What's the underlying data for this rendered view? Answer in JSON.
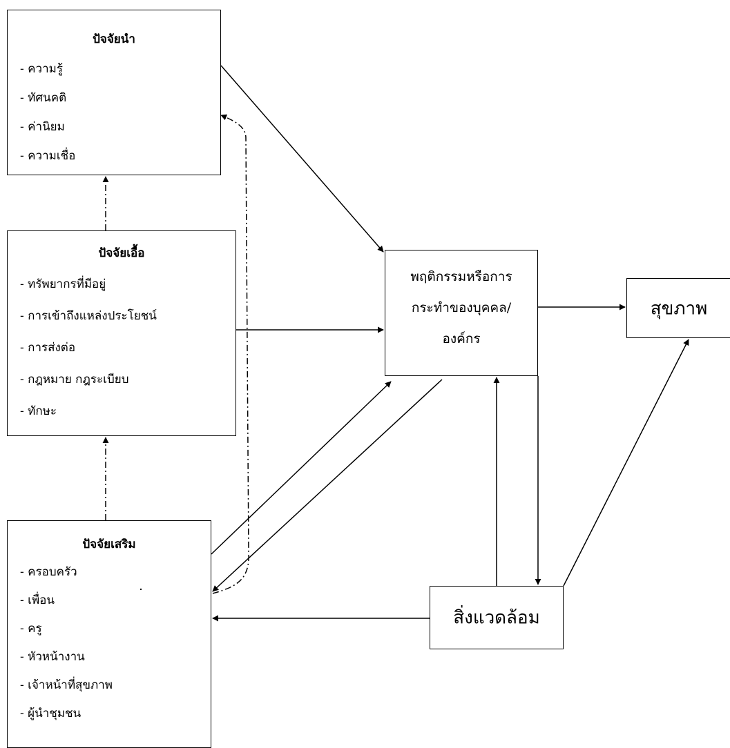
{
  "predisposing": {
    "title": "ปัจจัยนำ",
    "items": [
      "- ความรู้",
      "- ทัศนคติ",
      "- ค่านิยม",
      "-  ความเชื่อ"
    ]
  },
  "enabling": {
    "title": "ปัจจัยเอื้อ",
    "items": [
      "- ทรัพยากรที่มีอยู่",
      "- การเข้าถึงแหล่งประโยชน์",
      "- การส่งต่อ",
      "- กฎหมาย  กฎระเบียบ",
      "- ทักษะ"
    ]
  },
  "reinforcing": {
    "title": "ปัจจัยเสริม",
    "items": [
      "- ครอบครัว",
      "- เพื่อน",
      "- ครู",
      "- หัวหน้างาน",
      "- เจ้าหน้าที่สุขภาพ",
      "- ผู้นำชุมชน"
    ]
  },
  "behavior": {
    "lines": [
      "พฤติกรรมหรือการ",
      "กระทำของบุคคล/",
      "องค์กร"
    ]
  },
  "health": {
    "label": "สุขภาพ"
  },
  "environment": {
    "label": "สิ่งแวดล้อม"
  }
}
